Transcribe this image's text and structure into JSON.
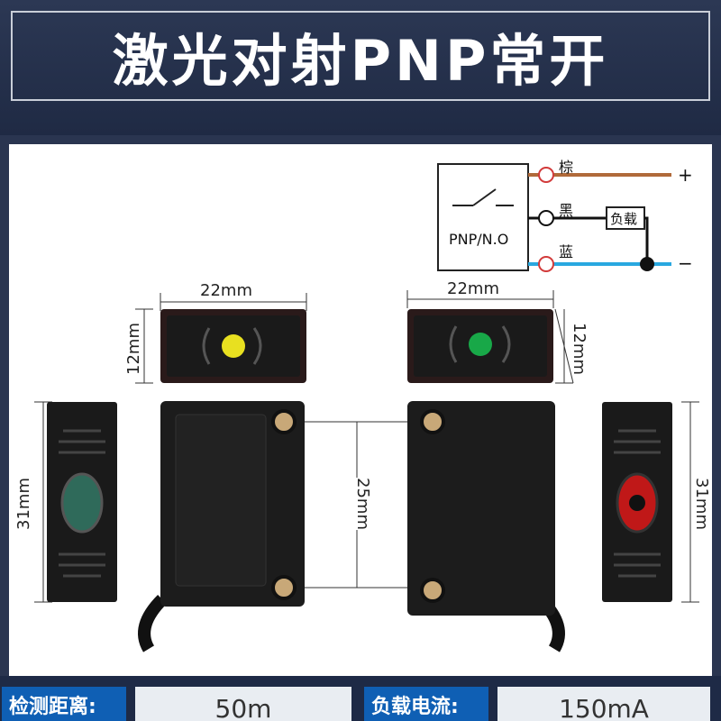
{
  "header": {
    "title": "激光对射PNP常开"
  },
  "wiring": {
    "switch_label": "PNP/N.O",
    "wires": [
      {
        "name": "棕",
        "color": "#b06a3a",
        "ring": "#d23a3a"
      },
      {
        "name": "黑",
        "color": "#111111",
        "ring": "#111111"
      },
      {
        "name": "蓝",
        "color": "#29a8e0",
        "ring": "#d23a3a"
      }
    ],
    "load_label": "负载",
    "plus": "+",
    "minus": "−"
  },
  "dimensions": {
    "width_left": "22mm",
    "width_right": "22mm",
    "height_left": "12mm",
    "height_right": "12mm",
    "side_left": "31mm",
    "side_right": "31mm",
    "hole_spacing": "25mm"
  },
  "specs": [
    {
      "label": "检测距离:",
      "value": "50m"
    },
    {
      "label": "负载电流:",
      "value": "150mA"
    }
  ],
  "colors": {
    "led_left": "#e8e020",
    "led_right": "#18a848",
    "lens_left": "#2f6a5a",
    "lens_right": "#c01818"
  }
}
